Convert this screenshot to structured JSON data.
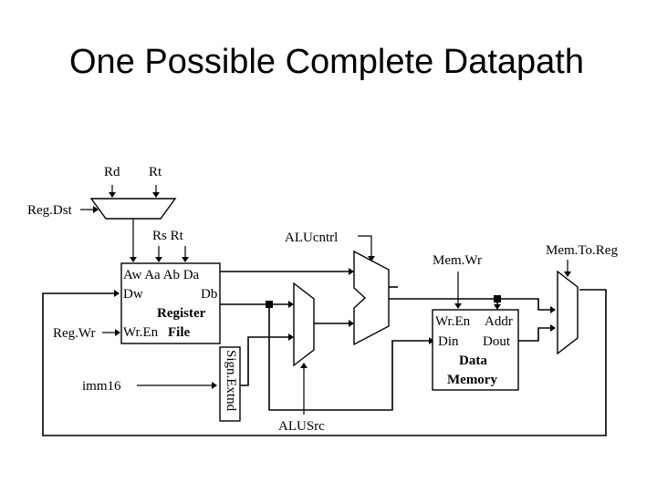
{
  "title": "One Possible Complete Datapath",
  "labels": {
    "rd": "Rd",
    "rt": "Rt",
    "regdst": "Reg.Dst",
    "rs_rt": "Rs  Rt",
    "aluctrl": "ALUcntrl",
    "memwr": "Mem.Wr",
    "memtoreg": "Mem.To.Reg",
    "regwr": "Reg.Wr",
    "imm16": "imm16",
    "signextnd": "Sign.Extnd",
    "alusrc": "ALUSrc"
  },
  "register_file": {
    "ports_line1": "Aw Aa Ab  Da",
    "dw": "Dw",
    "db": "Db",
    "name1": "Register",
    "wren": "Wr.En",
    "name2": "File"
  },
  "data_memory": {
    "wren": "Wr.En",
    "addr": "Addr",
    "din": "Din",
    "dout": "Dout",
    "name1": "Data",
    "name2": "Memory"
  }
}
